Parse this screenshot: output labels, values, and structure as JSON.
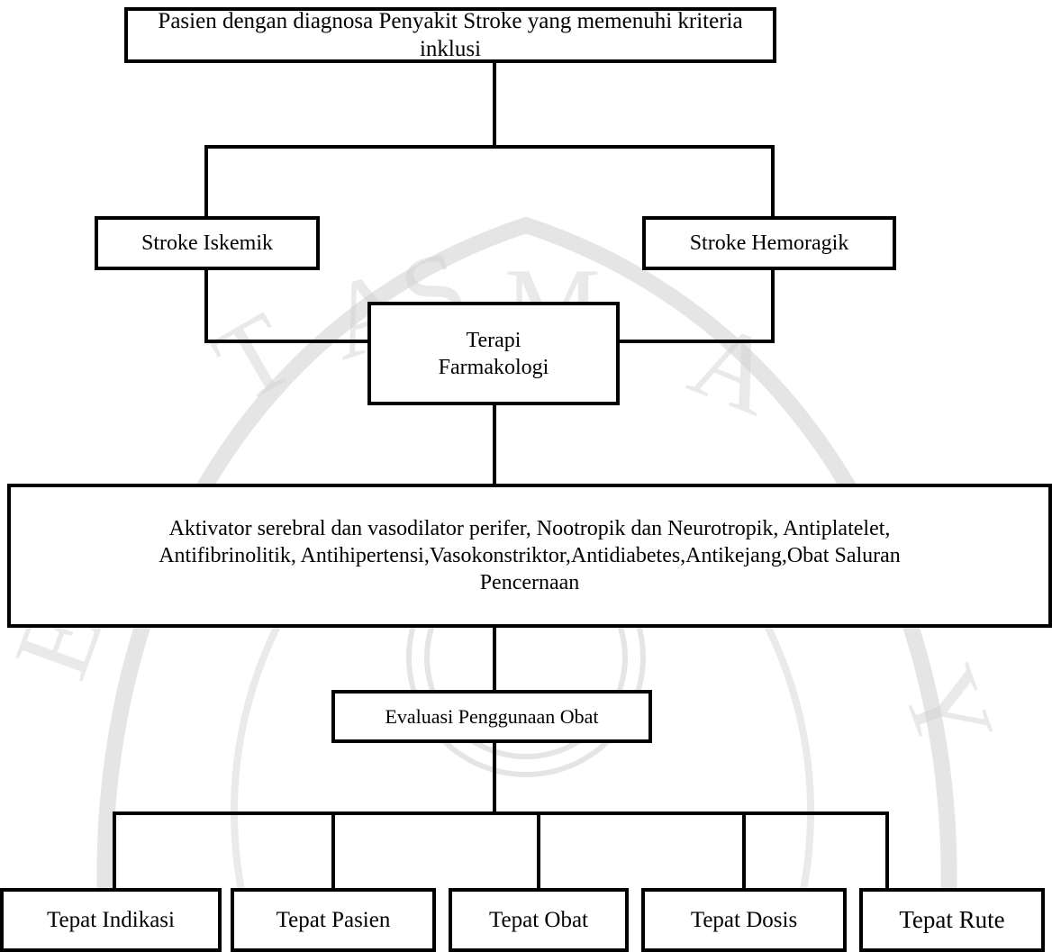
{
  "diagram": {
    "root": {
      "label": "Pasien dengan diagnosa Penyakit Stroke yang memenuhi kriteria inklusi"
    },
    "types": [
      {
        "label": "Stroke Iskemik"
      },
      {
        "label": "Stroke Hemoragik"
      }
    ],
    "therapy": {
      "line1": "Terapi",
      "line2": "Farmakologi"
    },
    "drugs": {
      "line1": "Aktivator serebral dan vasodilator perifer, Nootropik dan Neurotropik, Antiplatelet,",
      "line2": "Antifibrinolitik, Antihipertensi,Vasokonstriktor,Antidiabetes,Antikejang,Obat Saluran",
      "line3": "Pencernaan"
    },
    "evaluation": {
      "label": "Evaluasi Penggunaan Obat"
    },
    "criteria": [
      {
        "label": "Tepat Indikasi"
      },
      {
        "label": "Tepat Pasien"
      },
      {
        "label": "Tepat Obat"
      },
      {
        "label": "Tepat Dosis"
      },
      {
        "label": "Tepat Rute"
      }
    ],
    "colors": {
      "line": "#000000",
      "box_fill": "#ffffff",
      "watermark": "#c8c8c8"
    }
  }
}
